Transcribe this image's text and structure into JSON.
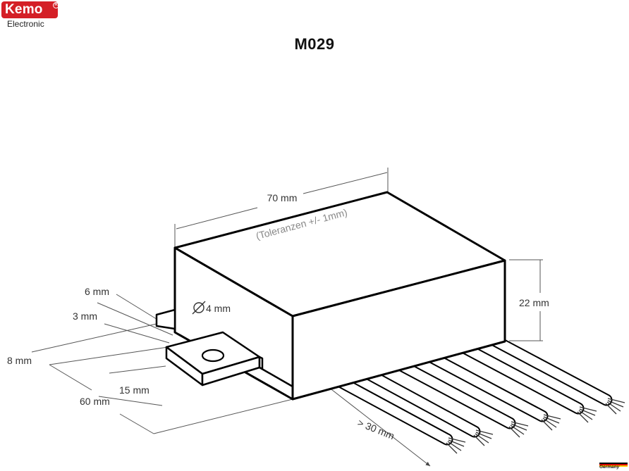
{
  "brand": {
    "logo_text": "Kemo",
    "registered_mark": "R",
    "sub_text": "Electronic"
  },
  "title": "M029",
  "dimensions": {
    "length": "70 mm",
    "tolerance": "(Toleranzen +/- 1mm)",
    "height": "22 mm",
    "hole_diameter": "4 mm",
    "tab_width": "6 mm",
    "tab_offset": "3 mm",
    "tab_length": "8 mm",
    "tab_depth": "15 mm",
    "box_depth": "60 mm",
    "wire_length": "> 30 mm"
  },
  "badge": {
    "text": "Germany",
    "colors": [
      "#000000",
      "#dd0000",
      "#ffcc00"
    ]
  },
  "colors": {
    "brand_red": "#d41f26",
    "line": "#000000",
    "dim_line": "#555555"
  }
}
